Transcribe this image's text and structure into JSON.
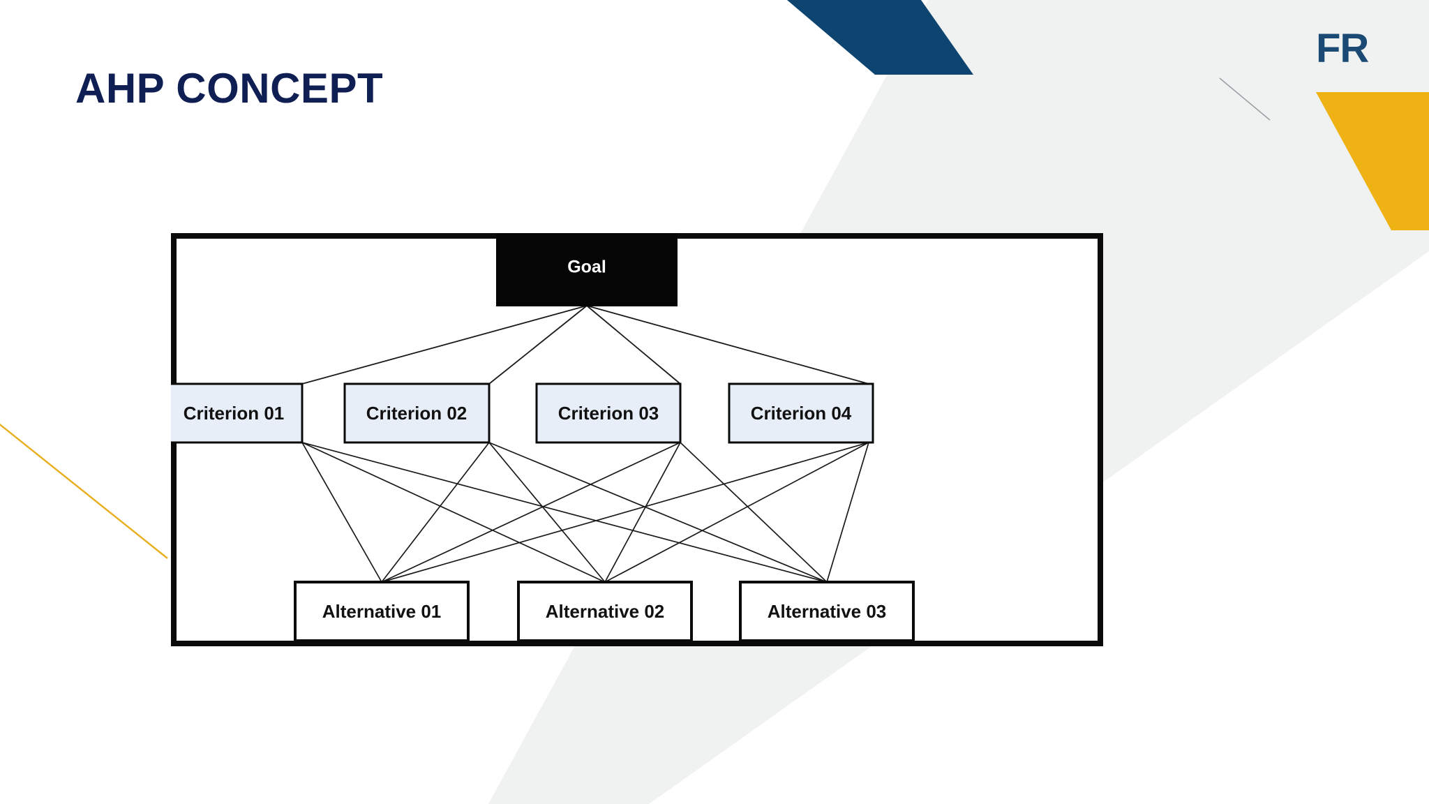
{
  "slide": {
    "title": "AHP CONCEPT",
    "brand": "FR",
    "background_color": "#FFFFFF",
    "title_color": "#0F1E53",
    "brand_color": "#1A4A74"
  },
  "decorations": {
    "blue_band_color": "#0E4470",
    "gray_band_color": "#F0F1F1",
    "yellow_band_color": "#EFB215",
    "yellow_line_color": "#E8AE1C",
    "gray_line_color": "#9AA0A6"
  },
  "diagram": {
    "name": "ahp-hierarchy",
    "frame_border_color": "#0A0A0A",
    "link_color": "#1A1A1A",
    "goal": {
      "label": "Goal",
      "fill": "#050505",
      "text_color": "#FFFFFF"
    },
    "criteria": [
      {
        "label": "Criterion 01"
      },
      {
        "label": "Criterion 02"
      },
      {
        "label": "Criterion 03"
      },
      {
        "label": "Criterion 04"
      }
    ],
    "criteria_style": {
      "fill": "#E8EEF7",
      "stroke": "#0A0A0A",
      "text_color": "#111111"
    },
    "alternatives": [
      {
        "label": "Alternative 01"
      },
      {
        "label": "Alternative 02"
      },
      {
        "label": "Alternative 03"
      }
    ],
    "alternatives_style": {
      "fill": "#FFFFFF",
      "stroke": "#0A0A0A",
      "text_color": "#111111"
    },
    "links": {
      "goal_to_criteria": 4,
      "criteria_to_alternatives": 12,
      "description": "Goal links to all 4 criteria; every criterion links to every alternative (complete bipartite)."
    }
  }
}
